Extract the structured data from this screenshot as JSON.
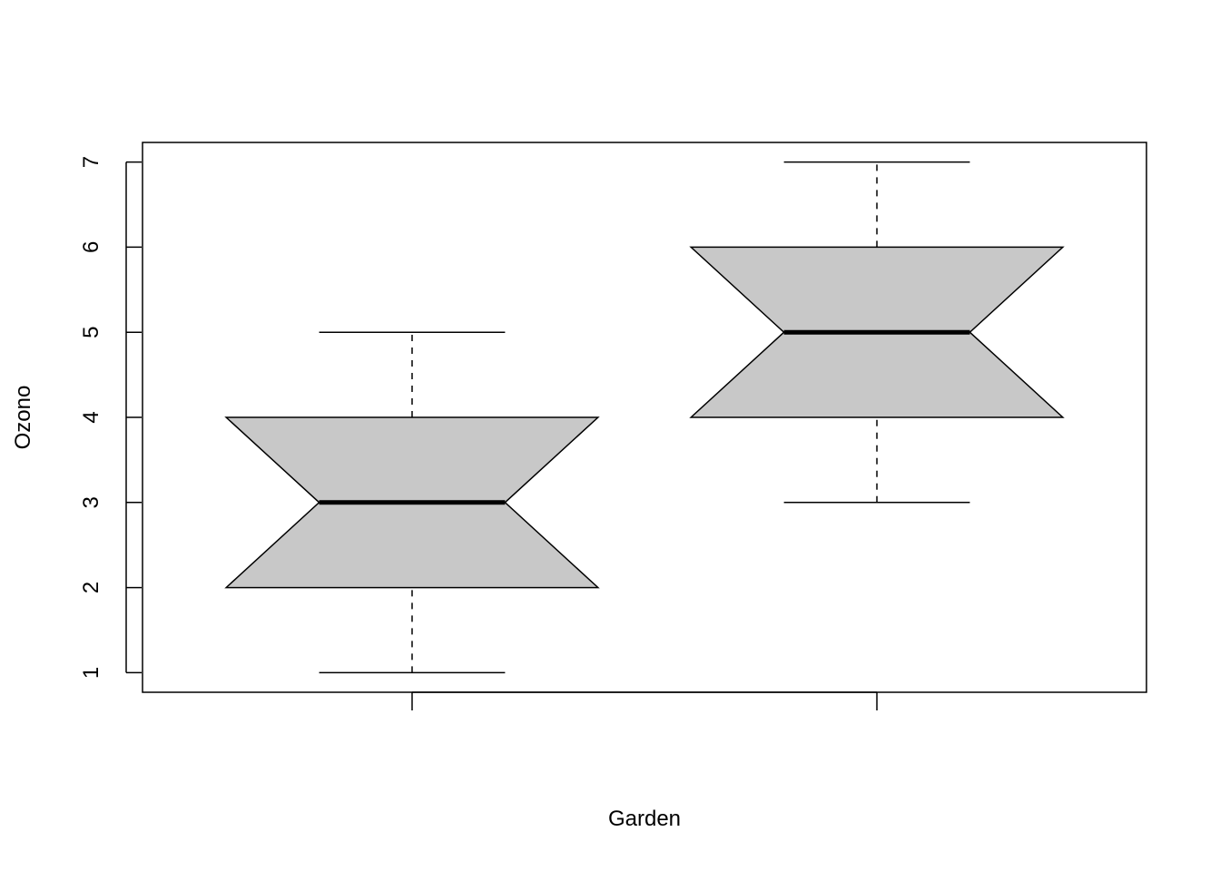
{
  "chart_data": {
    "type": "boxplot",
    "notched": true,
    "xlabel": "Garden",
    "ylabel": "Ozono",
    "ylim": [
      0.77,
      7.23
    ],
    "yticks": [
      1,
      2,
      3,
      4,
      5,
      6,
      7
    ],
    "box_fill": "#c8c8c8",
    "stroke": "#000000",
    "groups": [
      {
        "whisker_low": 1,
        "q1": 2,
        "median": 3,
        "q3": 4,
        "whisker_high": 5,
        "notch_low": 2,
        "notch_high": 4
      },
      {
        "whisker_low": 3,
        "q1": 4,
        "median": 5,
        "q3": 6,
        "whisker_high": 7,
        "notch_low": 4,
        "notch_high": 6
      }
    ]
  }
}
